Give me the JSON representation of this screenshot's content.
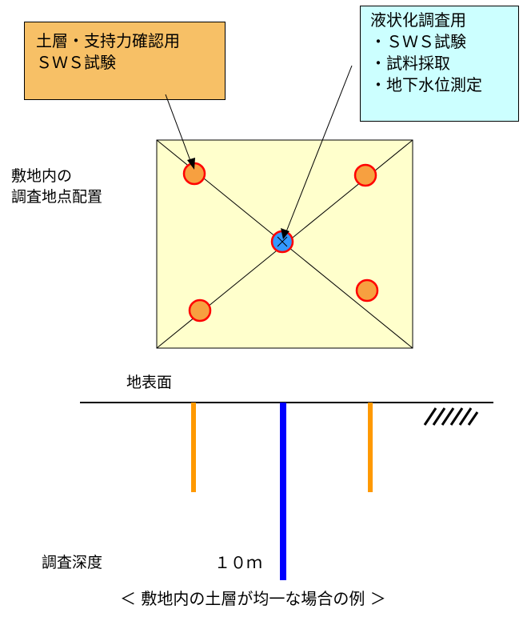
{
  "callout_left": {
    "line1": "土層・支持力確認用",
    "line2": "ＳＷＳ試験"
  },
  "callout_right": {
    "line1": "液状化調査用",
    "line2": "・ＳＷＳ試験",
    "line3": "・試料採取",
    "line4": "・地下水位測定"
  },
  "site_label": {
    "line1": "敷地内の",
    "line2": "調査地点配置"
  },
  "ground_label": "地表面",
  "depth_label": "調査深度",
  "depth_value": "１０ｍ",
  "caption": "＜ 敷地内の土層が均一な場合の例 ＞",
  "colors": {
    "site_fill": "#ffffcc",
    "sws_point": "#f7a040",
    "sws_ring": "#ff0000",
    "liquefaction_point": "#3399ff",
    "callout_left_bg": "#f7c066",
    "callout_right_bg": "#ccffff",
    "short_boring": "#ff9900",
    "deep_boring": "#0000ff"
  }
}
